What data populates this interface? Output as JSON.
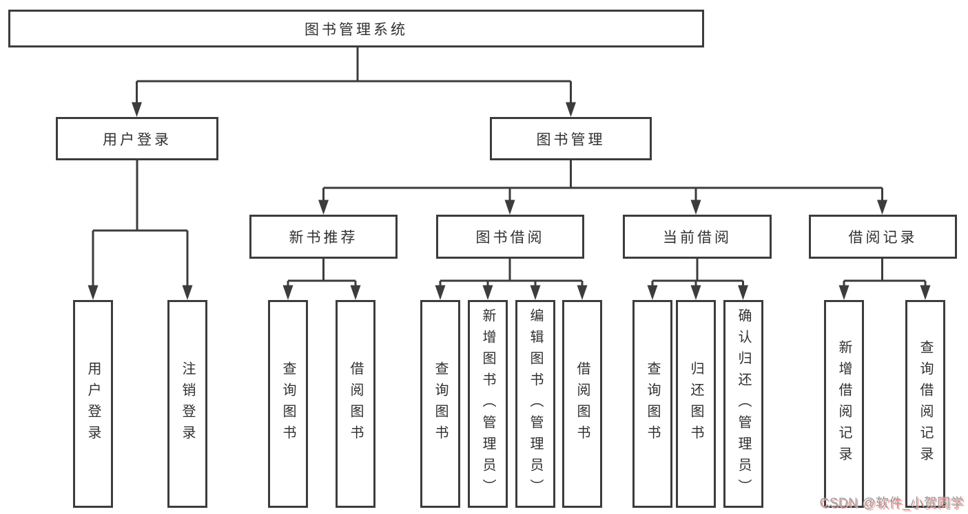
{
  "tree": {
    "label": "图书管理系统",
    "children": [
      {
        "label": "用户登录",
        "children": [
          {
            "label": "用户登录"
          },
          {
            "label": "注销登录"
          }
        ]
      },
      {
        "label": "图书管理",
        "children": [
          {
            "label": "新书推荐",
            "children": [
              {
                "label": "查询图书"
              },
              {
                "label": "借阅图书"
              }
            ]
          },
          {
            "label": "图书借阅",
            "children": [
              {
                "label": "查询图书"
              },
              {
                "label": "新增图书（管理员）"
              },
              {
                "label": "编辑图书（管理员）"
              },
              {
                "label": "借阅图书"
              }
            ]
          },
          {
            "label": "当前借阅",
            "children": [
              {
                "label": "查询图书"
              },
              {
                "label": "归还图书"
              },
              {
                "label": "确认归还（管理员）"
              }
            ]
          },
          {
            "label": "借阅记录",
            "children": [
              {
                "label": "新增借阅记录"
              },
              {
                "label": "查询借阅记录"
              }
            ]
          }
        ]
      }
    ]
  },
  "watermark": {
    "text": "CSDN @软件_小贺同学"
  },
  "colors": {
    "line": "#3c3c3e",
    "text": "#303032",
    "background": "#ffffff",
    "watermark": "#9e9e9e",
    "watermark_shadow": "#f2a39e"
  }
}
